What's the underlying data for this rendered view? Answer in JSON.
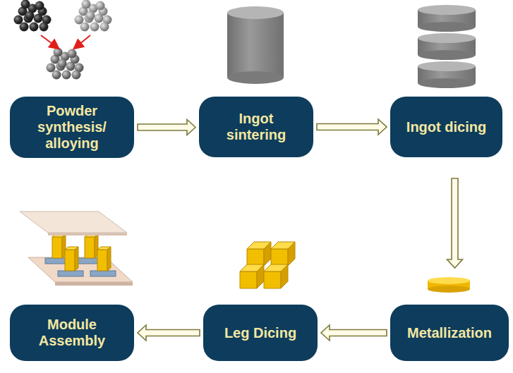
{
  "diagram": {
    "nodes": [
      {
        "text": [
          "Powder synthesis/ alloying"
        ]
      },
      {
        "text": [
          "Ingot sintering"
        ]
      },
      {
        "text": [
          "Ingot dicing"
        ]
      },
      {
        "text": [
          "Metallization"
        ]
      },
      {
        "text": [
          "Leg Dicing"
        ]
      },
      {
        "text": [
          "Module Assembly"
        ]
      }
    ],
    "edges": [
      {
        "from": 0,
        "to": 1,
        "arrow": "to"
      },
      {
        "from": 1,
        "to": 2,
        "arrow": "to"
      },
      {
        "from": 2,
        "to": 3,
        "arrow": "to"
      },
      {
        "from": 3,
        "to": 4,
        "arrow": "to"
      },
      {
        "from": 4,
        "to": 5,
        "arrow": "to"
      }
    ]
  }
}
